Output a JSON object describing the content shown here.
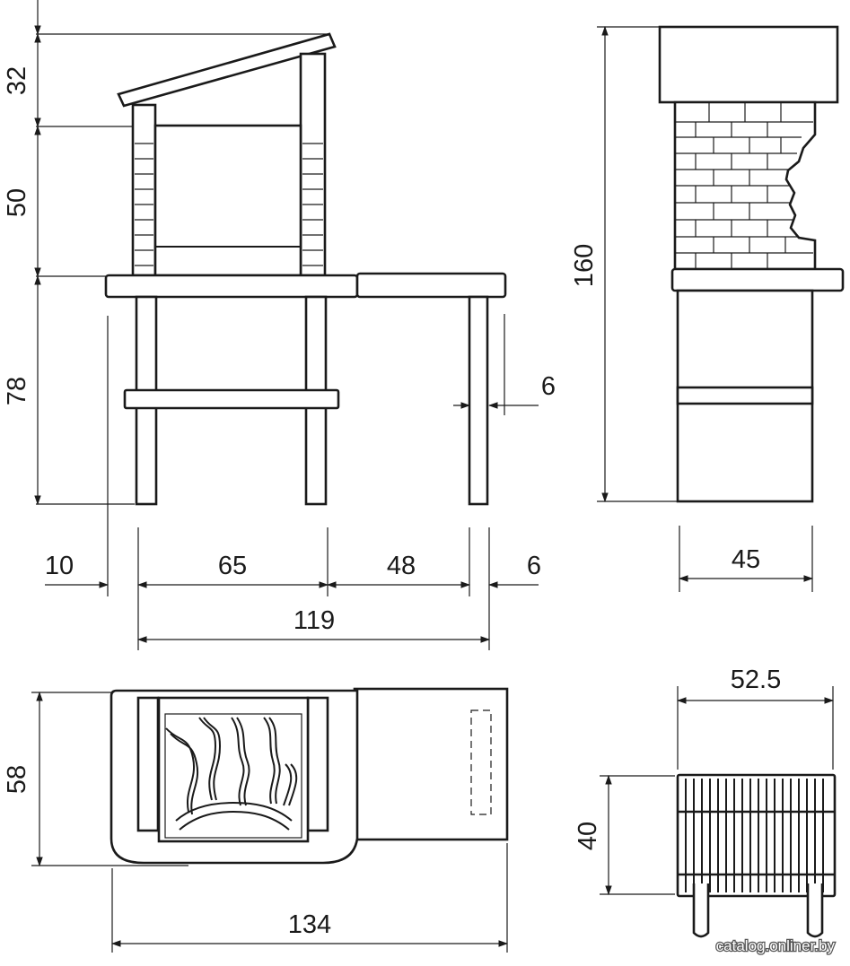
{
  "front_view": {
    "dim_roof_height": "32",
    "dim_chimney_height": "50",
    "dim_table_height": "78",
    "dim_leg_width": "6",
    "dim_overhang": "10",
    "dim_grill_width": "65",
    "dim_side_table_width": "48",
    "dim_right_leg": "6",
    "dim_total_width": "119"
  },
  "side_view": {
    "dim_total_height": "160",
    "dim_depth": "45"
  },
  "top_view": {
    "dim_depth": "58",
    "dim_total_width": "134"
  },
  "grate_view": {
    "dim_width": "52.5",
    "dim_depth": "40"
  },
  "watermark": "catalog.onliner.by"
}
